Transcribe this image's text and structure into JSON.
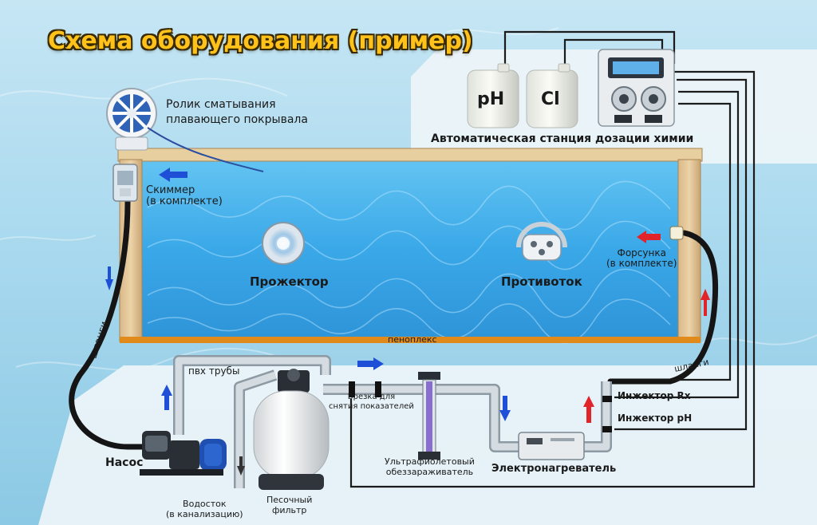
{
  "title": "Схема оборудования (пример)",
  "colors": {
    "flow_in": "#1e4fd6",
    "flow_out": "#e0242a",
    "pool_water": "#3aa8e8",
    "title_text": "#ffc21a",
    "pipe": "#b8c3cc",
    "hose": "#151515"
  },
  "icons": [
    "cover-roller-icon",
    "skimmer-icon",
    "spotlight-icon",
    "counterflow-icon",
    "nozzle-icon",
    "pump-icon",
    "sand-filter-icon",
    "uv-sterilizer-icon",
    "heater-icon",
    "ph-canister-icon",
    "cl-canister-icon",
    "dosing-station-icon",
    "flow-arrow-icon"
  ],
  "labels": {
    "roller_line1": "Ролик сматывания",
    "roller_line2": "плавающего покрывала",
    "skimmer_line1": "Скиммер",
    "skimmer_line2": "(в комплекте)",
    "spotlight": "Прожектор",
    "counterflow": "Противоток",
    "nozzle_line1": "Форсунка",
    "nozzle_line2": "(в комплекте)",
    "penoplex": "пеноплекс",
    "hoses_left": "шланги",
    "hoses_right": "шланги",
    "pvc_pipes": "пвх трубы",
    "pump": "Насос",
    "drain_line1": "Водосток",
    "drain_line2": "(в канализацию)",
    "filter_line1": "Песочный",
    "filter_line2": "фильтр",
    "tap_line1": "Врезка для",
    "tap_line2": "снятия показателей",
    "uv_line1": "Ультрафиолетовый",
    "uv_line2": "обеззараживатель",
    "heater": "Электронагреватель",
    "injector_rx": "Инжектор Rx",
    "injector_ph": "Инжектор pH",
    "canister_ph": "pH",
    "canister_cl": "Cl",
    "dosing_station": "Автоматическая станция дозации химии"
  }
}
